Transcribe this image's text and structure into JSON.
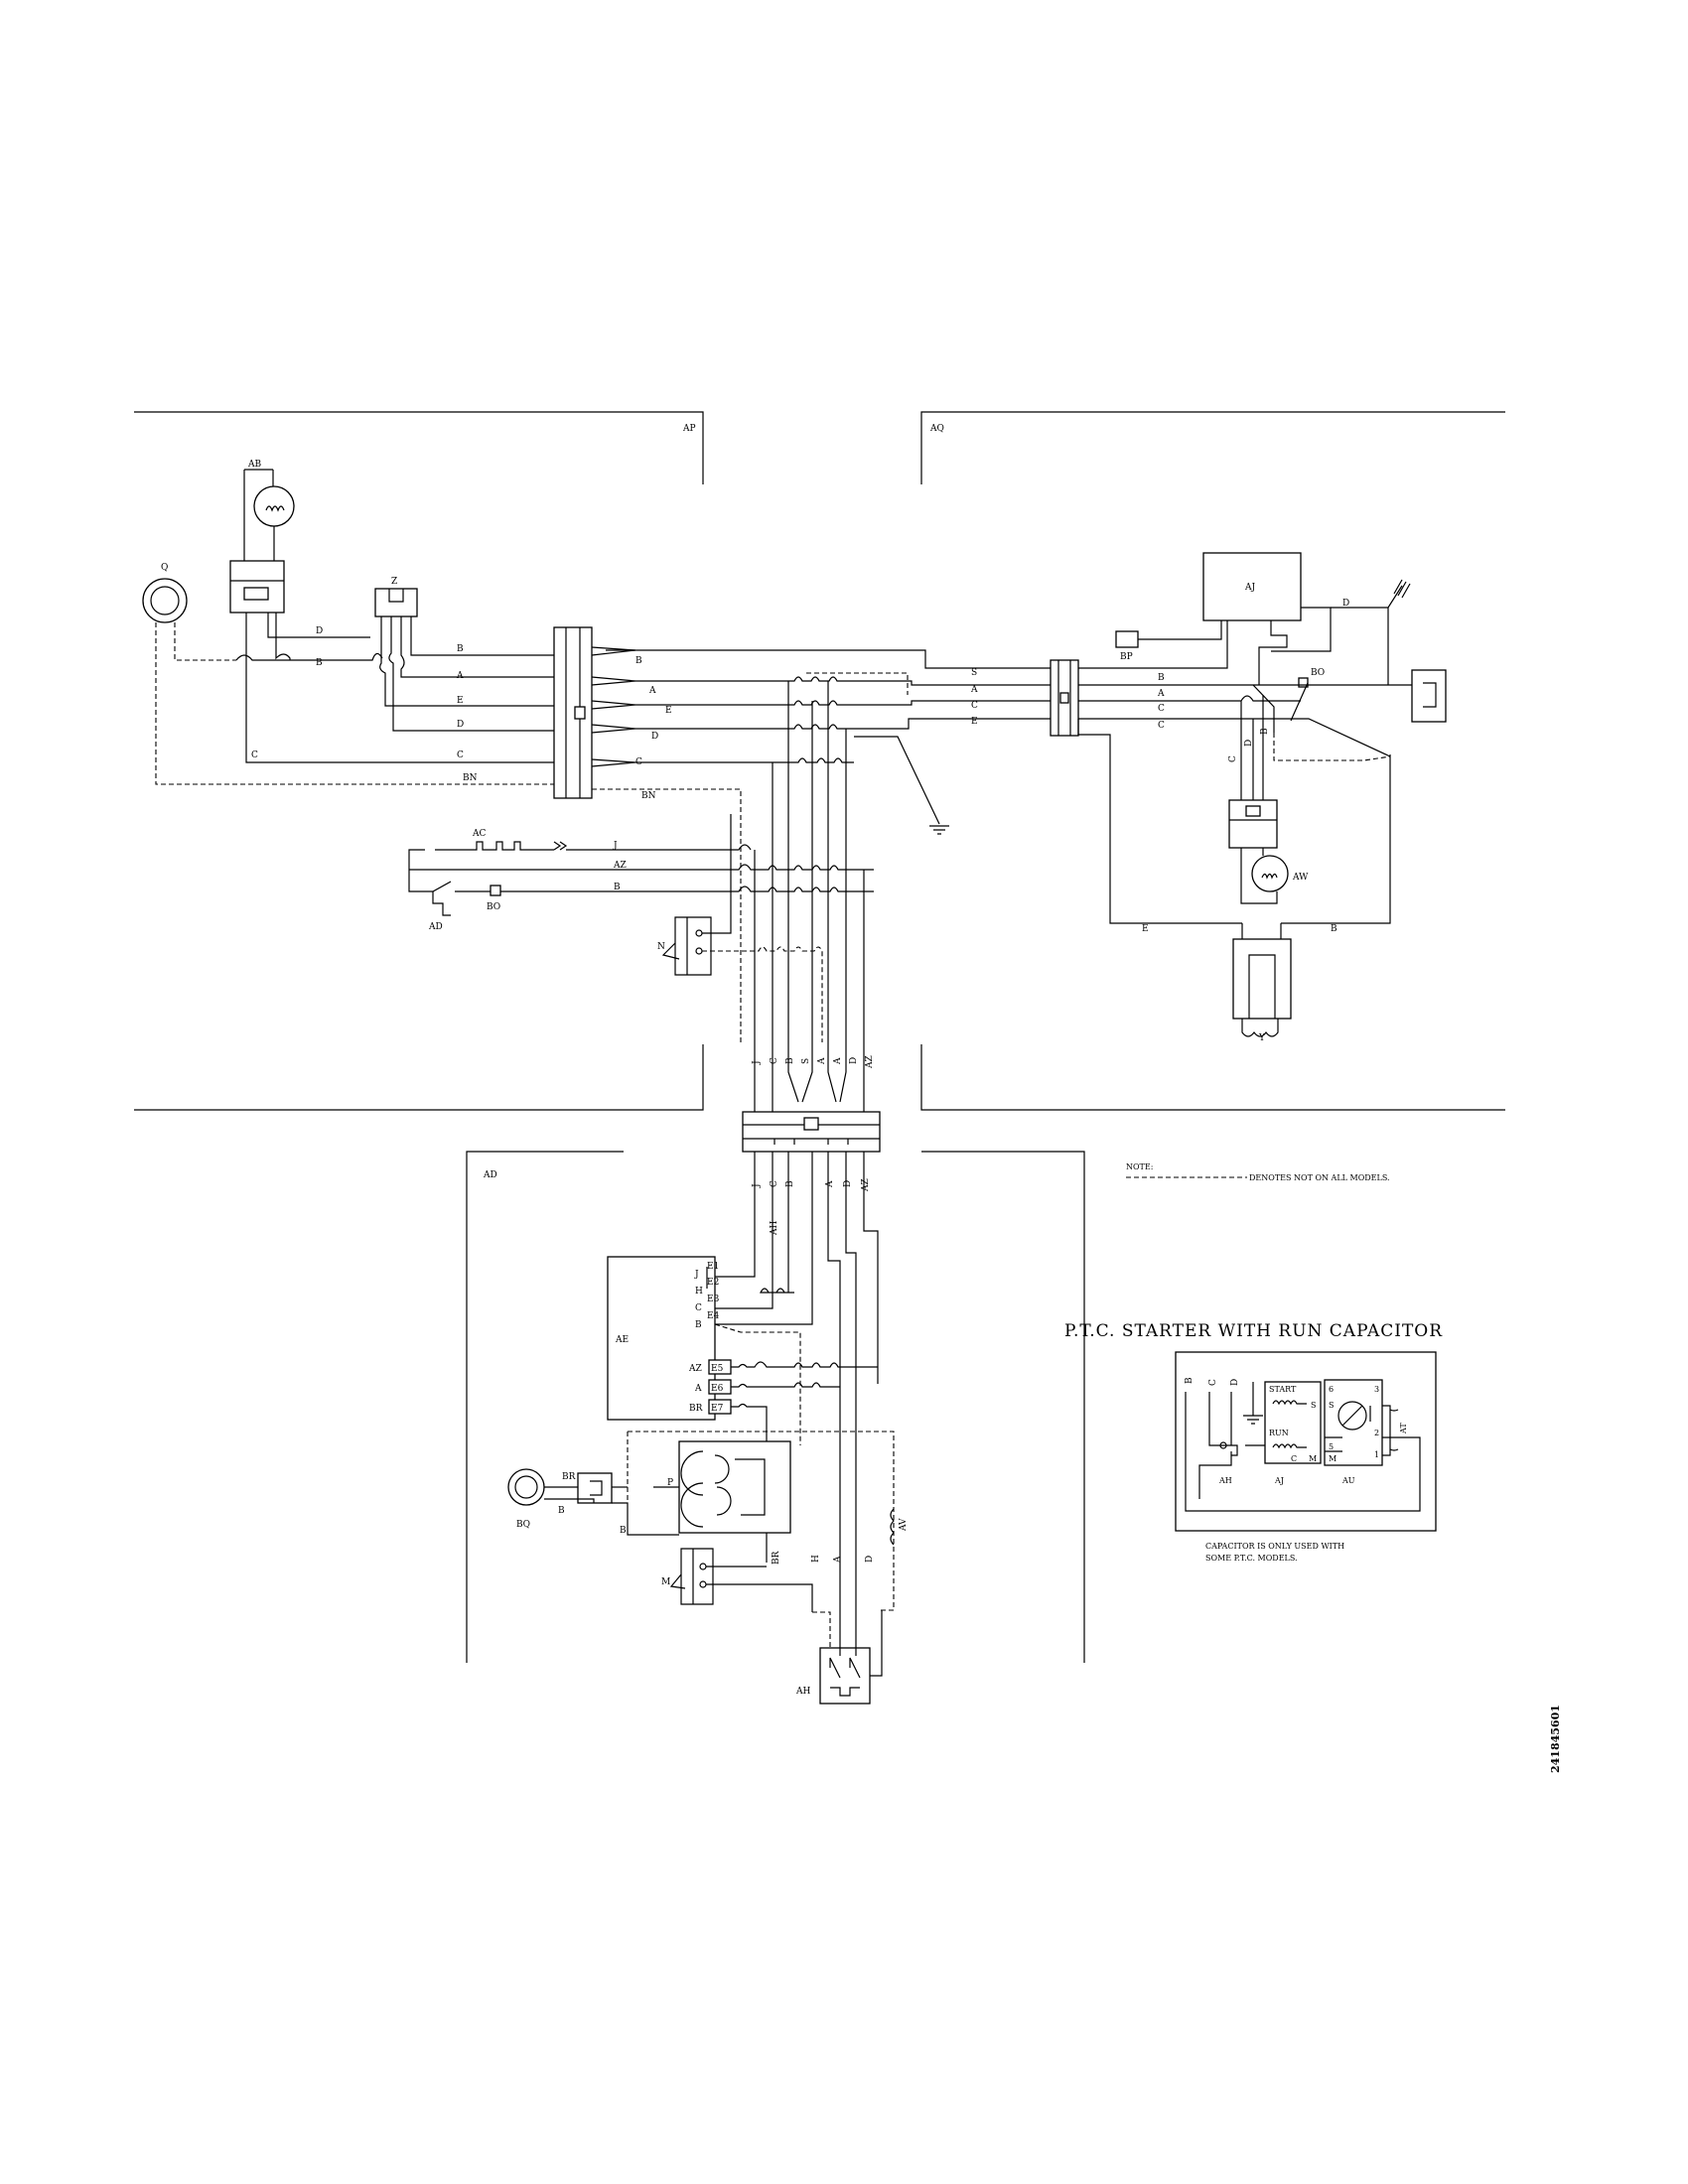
{
  "zones": {
    "top_left": "AP",
    "top_right": "AQ",
    "bottom_left": "AD"
  },
  "components": {
    "AB": "AB",
    "Q": "Q",
    "Z": "Z",
    "AC": "AC",
    "AD": "AD",
    "BO": "BO",
    "N": "N",
    "AJ": "AJ",
    "BP": "BP",
    "AW": "AW",
    "Y": "Y",
    "AE": "AE",
    "P": "P",
    "BR": "BR",
    "BQ": "BQ",
    "M": "M",
    "AV": "AV",
    "AH": "AH"
  },
  "wires": {
    "A": "A",
    "B": "B",
    "C": "C",
    "D": "D",
    "E": "E",
    "H": "H",
    "J": "J",
    "S": "S",
    "AZ": "AZ",
    "BN": "BN",
    "AH": "AH",
    "BR": "BR"
  },
  "terminals": {
    "e1": "E1",
    "e2": "E2",
    "e3": "E3",
    "e4": "E4",
    "e5": "E5",
    "e6": "E6",
    "e7": "E7"
  },
  "note": {
    "label": "NOTE:",
    "text": "DENOTES NOT ON ALL MODELS."
  },
  "ptc": {
    "title": "P.T.C. STARTER WITH RUN CAPACITOR",
    "start": "START",
    "run": "RUN",
    "s": "S",
    "m": "M",
    "c": "C",
    "pin6": "6",
    "pin5": "5",
    "pin3": "3",
    "pin2": "2",
    "pin1": "1",
    "aj": "AJ",
    "au": "AU",
    "ah": "AH",
    "at": "AT",
    "b": "B",
    "c_wire": "C",
    "d_wire": "D",
    "caption_line1": "CAPACITOR IS ONLY USED WITH",
    "caption_line2": "SOME P.T.C. MODELS."
  },
  "doc_number": "241845601"
}
